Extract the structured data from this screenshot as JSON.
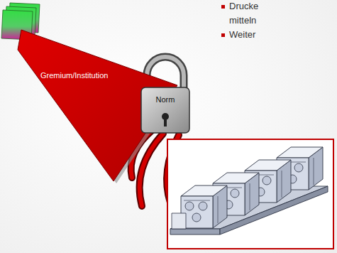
{
  "diagram": {
    "nodes": [
      {
        "text": [
          "Gremium/Institution"
        ]
      },
      {
        "text": [
          "Norm"
        ]
      }
    ],
    "labels": [
      "Drucke",
      "mitteln",
      "Weiter"
    ]
  }
}
